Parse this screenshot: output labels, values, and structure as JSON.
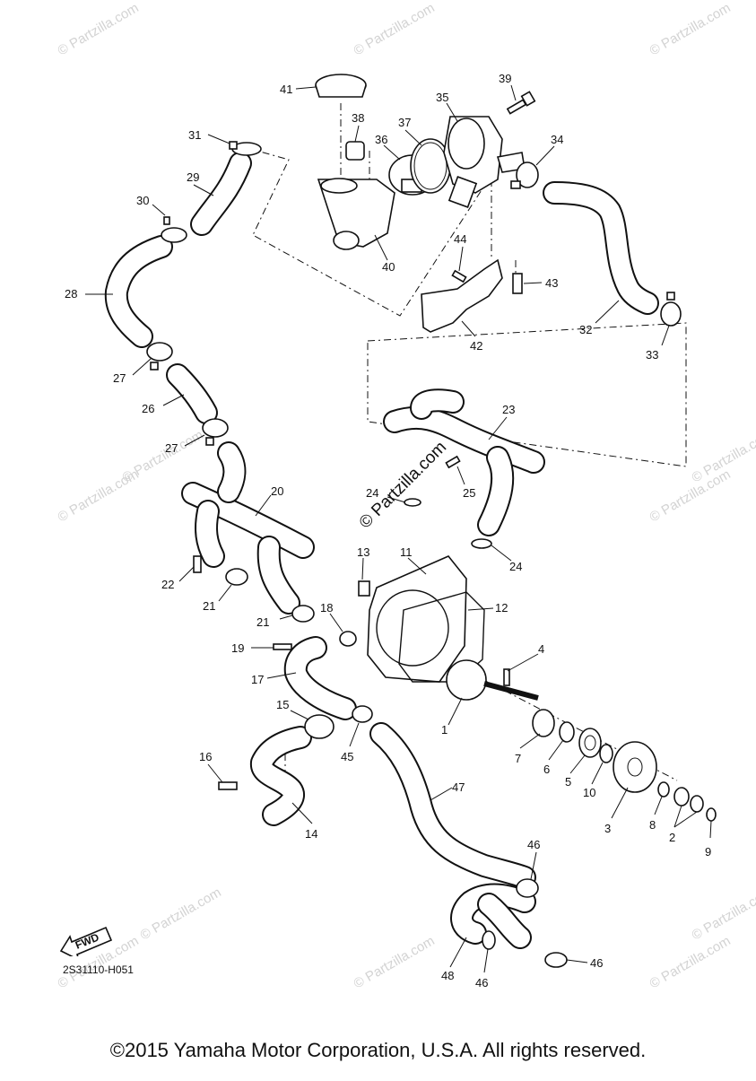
{
  "watermarks": [
    "© Partzilla.com",
    "© Partzilla.com",
    "© Partzilla.com",
    "© Partzilla.com",
    "© Partzilla.com",
    "© Partzilla.com",
    "© Partzilla.com",
    "© Partzilla.com",
    "© Partzilla.com",
    "© Partzilla.com",
    "© Partzilla.com",
    "© Partzilla.com"
  ],
  "center_watermark": "© Partzilla.com",
  "fwd_label": "FWD",
  "diagram_code": "2S31110-H051",
  "copyright": "©2015 Yamaha Motor Corporation, U.S.A. All rights reserved.",
  "callouts": [
    "41",
    "39",
    "35",
    "38",
    "37",
    "36",
    "31",
    "34",
    "29",
    "30",
    "40",
    "44",
    "43",
    "28",
    "42",
    "32",
    "27",
    "33",
    "26",
    "27",
    "23",
    "20",
    "24",
    "25",
    "24",
    "22",
    "13",
    "11",
    "21",
    "12",
    "18",
    "21",
    "4",
    "19",
    "17",
    "15",
    "1",
    "45",
    "7",
    "6",
    "5",
    "10",
    "16",
    "47",
    "3",
    "8",
    "2",
    "14",
    "9",
    "46",
    "48",
    "46",
    "46"
  ]
}
